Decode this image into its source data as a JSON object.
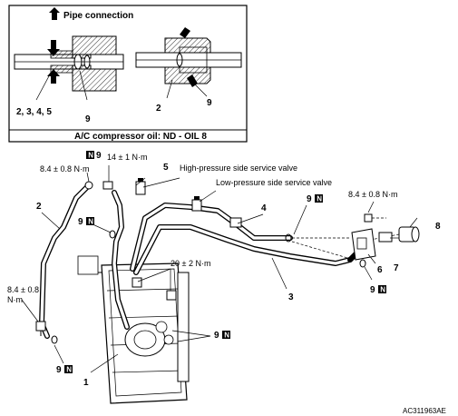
{
  "inset": {
    "pipe_connection_label": "Pipe connection",
    "callout_left": "2, 3, 4, 5",
    "callout_9a": "9",
    "callout_2": "2",
    "callout_9b": "9",
    "oil_note": "A/C compressor oil: ND - OIL 8"
  },
  "main": {
    "torque_top_left": "8.4 ± 0.8 N·m",
    "torque_14": "14 ± 1 N·m",
    "torque_right": "8.4 ± 0.8 N·m",
    "torque_left_line1": "8.4 ± 0.8",
    "torque_left_line2": "N·m",
    "torque_20": "20 ± 2 N·m",
    "hp_valve": "High-pressure side service valve",
    "lp_valve": "Low-pressure side service valve",
    "n_badge": "N",
    "oring_9": "9",
    "part_1": "1",
    "part_2": "2",
    "part_3": "3",
    "part_4": "4",
    "part_5": "5",
    "part_6": "6",
    "part_7": "7",
    "part_8": "8",
    "figure_code": "AC311963AE"
  }
}
